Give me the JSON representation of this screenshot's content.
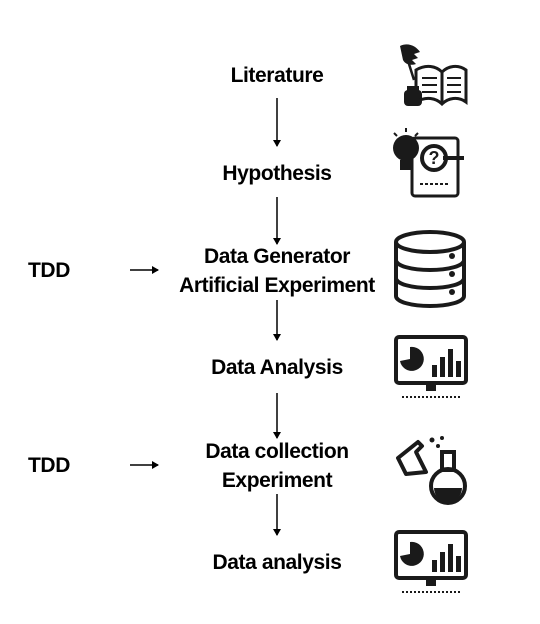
{
  "steps": [
    {
      "id": "literature",
      "lines": [
        "Literature"
      ],
      "icon": "book-quill-icon"
    },
    {
      "id": "hypothesis",
      "lines": [
        "Hypothesis"
      ],
      "icon": "lightbulb-question-icon"
    },
    {
      "id": "data-generator",
      "lines": [
        "Data Generator",
        "Artificial Experiment"
      ],
      "icon": "database-icon"
    },
    {
      "id": "data-analysis-1",
      "lines": [
        "Data Analysis"
      ],
      "icon": "monitor-chart-icon"
    },
    {
      "id": "data-collection",
      "lines": [
        "Data collection",
        "Experiment"
      ],
      "icon": "lab-flask-icon"
    },
    {
      "id": "data-analysis-2",
      "lines": [
        "Data analysis"
      ],
      "icon": "monitor-chart-icon"
    }
  ],
  "side_labels": {
    "tdd_1": "TDD",
    "tdd_2": "TDD"
  },
  "colors": {
    "text": "#000000",
    "icon_fill": "#1a1a1a",
    "background": "#ffffff"
  }
}
